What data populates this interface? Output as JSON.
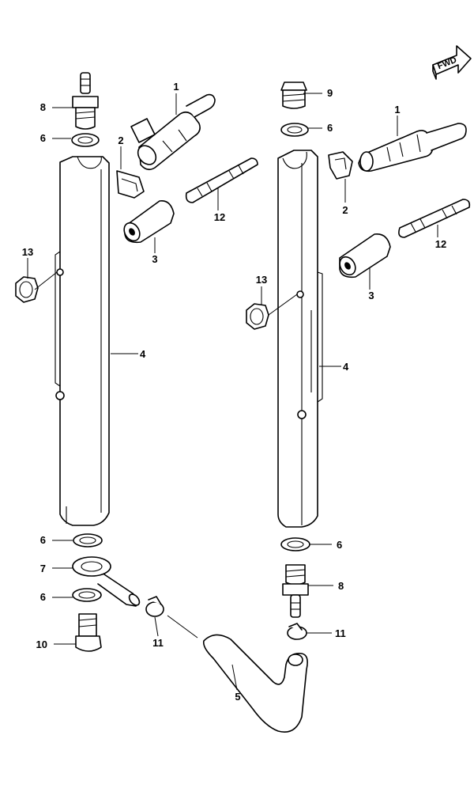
{
  "orientation_badge": {
    "label": "FWD"
  },
  "callouts": {
    "left": {
      "c1": "1",
      "c2": "2",
      "c3": "3",
      "c4": "4",
      "c5": "5",
      "c6a": "6",
      "c6b": "6",
      "c6c": "6",
      "c7": "7",
      "c8": "8",
      "c10": "10",
      "c11": "11",
      "c12": "12",
      "c13": "13"
    },
    "right": {
      "c1": "1",
      "c2": "2",
      "c3": "3",
      "c4": "4",
      "c6a": "6",
      "c6b": "6",
      "c8": "8",
      "c9": "9",
      "c11": "11",
      "c12": "12",
      "c13": "13"
    }
  }
}
